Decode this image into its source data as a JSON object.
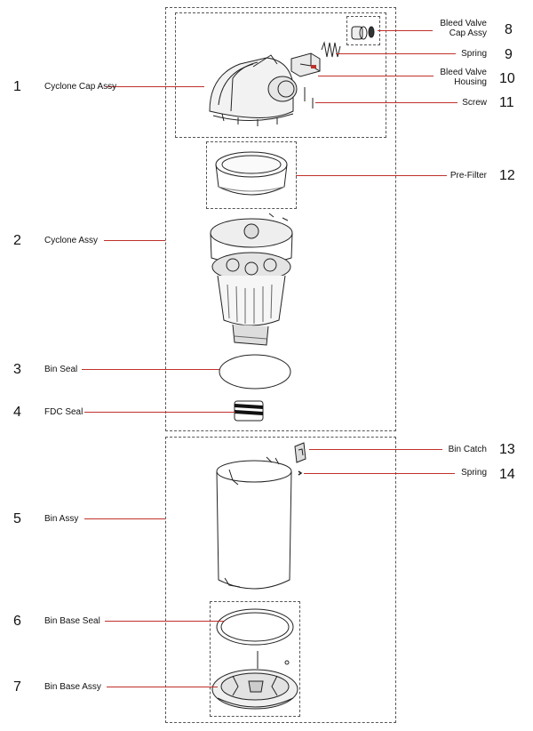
{
  "diagram": {
    "callouts_left": [
      {
        "number": "1",
        "label": "Cyclone Cap Assy"
      },
      {
        "number": "2",
        "label": "Cyclone Assy"
      },
      {
        "number": "3",
        "label": "Bin Seal"
      },
      {
        "number": "4",
        "label": "FDC Seal"
      },
      {
        "number": "5",
        "label": "Bin Assy"
      },
      {
        "number": "6",
        "label": "Bin Base Seal"
      },
      {
        "number": "7",
        "label": "Bin Base Assy"
      }
    ],
    "callouts_right": [
      {
        "number": "8",
        "label_line1": "Bleed Valve",
        "label_line2": "Cap Assy"
      },
      {
        "number": "9",
        "label_line1": "Spring",
        "label_line2": ""
      },
      {
        "number": "10",
        "label_line1": "Bleed Valve",
        "label_line2": "Housing"
      },
      {
        "number": "11",
        "label_line1": "Screw",
        "label_line2": ""
      },
      {
        "number": "12",
        "label_line1": "Pre-Filter",
        "label_line2": ""
      },
      {
        "number": "13",
        "label_line1": "Bin Catch",
        "label_line2": ""
      },
      {
        "number": "14",
        "label_line1": "Spring",
        "label_line2": ""
      }
    ],
    "colors": {
      "leader": "#c0312b",
      "line": "#222222",
      "box": "#555555"
    }
  }
}
